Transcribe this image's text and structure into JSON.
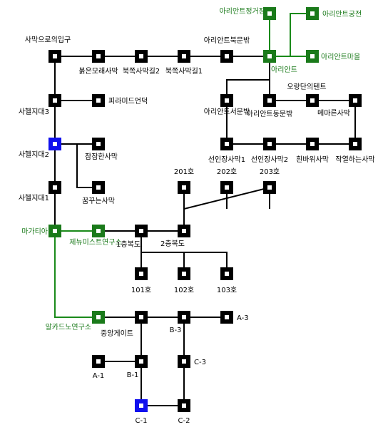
{
  "colors": {
    "black": "#000000",
    "green": "#1a7a1a",
    "blue": "#1010ee",
    "line": "#000000",
    "green_line": "#1a8a1a"
  },
  "nodes": [
    {
      "id": "n_jeonggeo",
      "label": "아리안트정거장",
      "color": "green"
    },
    {
      "id": "n_gungjeon",
      "label": "아리안트궁전",
      "color": "green"
    },
    {
      "id": "n_bukmun",
      "label": "아리안트북문밖",
      "color": "black"
    },
    {
      "id": "n_ariant",
      "label": "아리안트",
      "color": "green"
    },
    {
      "id": "n_maeul",
      "label": "아리안트마을",
      "color": "green"
    },
    {
      "id": "n_ipgu",
      "label": "사막으로의입구",
      "color": "black"
    },
    {
      "id": "n_bulgeun",
      "label": "붉은모래사막",
      "color": "black"
    },
    {
      "id": "n_bukjjok2",
      "label": "북쪽사막길2",
      "color": "black"
    },
    {
      "id": "n_bukjjok1",
      "label": "북쪽사막길1",
      "color": "black"
    },
    {
      "id": "n_seomun",
      "label": "아리안트서문밖",
      "color": "black"
    },
    {
      "id": "n_dongmun",
      "label": "아리안트동문밖",
      "color": "black"
    },
    {
      "id": "n_oasis",
      "label": "오랑단의텐트",
      "color": "black"
    },
    {
      "id": "n_saheul3",
      "label": "사헬지대3",
      "color": "black"
    },
    {
      "id": "n_pyramid",
      "label": "피라미드언덕",
      "color": "black"
    },
    {
      "id": "n_maemaru",
      "label": "메마른사막",
      "color": "black"
    },
    {
      "id": "n_saheul2",
      "label": "사헬지대2",
      "color": "blue"
    },
    {
      "id": "n_jamjam",
      "label": "잠잠한사막",
      "color": "black"
    },
    {
      "id": "n_seonin1",
      "label": "선인장사막1",
      "color": "black"
    },
    {
      "id": "n_seonin2",
      "label": "선인장사막2",
      "color": "black"
    },
    {
      "id": "n_heunbaram",
      "label": "흰바위사막",
      "color": "black"
    },
    {
      "id": "n_jageun",
      "label": "작열하는사막",
      "color": "black"
    },
    {
      "id": "n_saheul1",
      "label": "사헬지대1",
      "color": "black"
    },
    {
      "id": "n_kkumkku",
      "label": "꿈꾸는사막",
      "color": "black"
    },
    {
      "id": "n_201",
      "label": "201호",
      "color": "black"
    },
    {
      "id": "n_202",
      "label": "202호",
      "color": "black"
    },
    {
      "id": "n_203",
      "label": "203호",
      "color": "black"
    },
    {
      "id": "n_magatia",
      "label": "마가티아",
      "color": "green"
    },
    {
      "id": "n_zenumist",
      "label": "제뉴미스트연구소",
      "color": "green"
    },
    {
      "id": "n_1f",
      "label": "1층복도",
      "color": "black"
    },
    {
      "id": "n_2f",
      "label": "2층복도",
      "color": "black"
    },
    {
      "id": "n_101",
      "label": "101호",
      "color": "black"
    },
    {
      "id": "n_102",
      "label": "102호",
      "color": "black"
    },
    {
      "id": "n_103",
      "label": "103호",
      "color": "black"
    },
    {
      "id": "n_alcadno",
      "label": "알카드노연구소",
      "color": "green"
    },
    {
      "id": "n_central",
      "label": "중앙게이트",
      "color": "black"
    },
    {
      "id": "n_b3",
      "label": "B-3",
      "color": "black"
    },
    {
      "id": "n_a3",
      "label": "A-3",
      "color": "black"
    },
    {
      "id": "n_a1",
      "label": "A-1",
      "color": "black"
    },
    {
      "id": "n_b1",
      "label": "B-1",
      "color": "black"
    },
    {
      "id": "n_c3",
      "label": "C-3",
      "color": "black"
    },
    {
      "id": "n_c1",
      "label": "C-1",
      "color": "blue"
    },
    {
      "id": "n_c2",
      "label": "C-2",
      "color": "black"
    }
  ]
}
